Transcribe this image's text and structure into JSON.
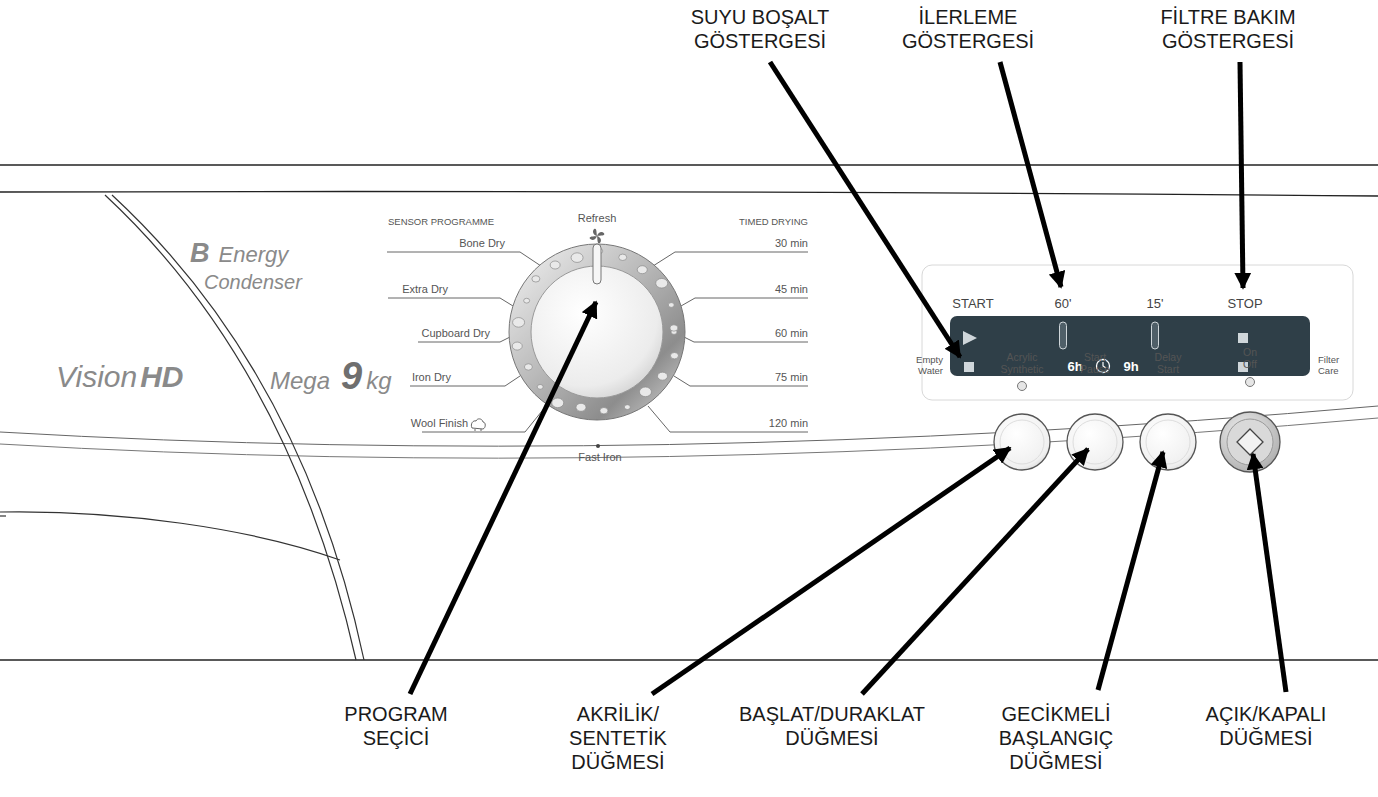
{
  "diagram": {
    "labels": [
      "SUYU BOŞALT GÖSTERGESİ",
      "İLERLEME GÖSTERGESİ",
      "FİLTRE BAKIM GÖSTERGESİ",
      "SENSOR PROGRAMME",
      "Refresh",
      "TIMED DRYING",
      "Bone Dry",
      "30 min",
      "B",
      "Energy",
      "Condenser",
      "Extra Dry",
      "45 min",
      "START",
      "60'",
      "15'",
      "STOP",
      "Empty Water",
      "6h",
      "9h",
      "Filter Care",
      "Cupboard Dry",
      "60 min",
      "Iron Dry",
      "75 min",
      "Vision",
      "HD",
      "Mega",
      "9",
      "kg",
      "Wool Finish",
      "120 min",
      "Fast Iron",
      "Acrylic Synthetic",
      "Start Pause",
      "Delay Start",
      "On Off",
      "PROGRAM SEÇİCİ",
      "AKRİLİK/ SENTETİK DÜĞMESİ",
      "BAŞLAT/DURAKLAT DÜĞMESİ",
      "GECİKMELİ BAŞLANGIÇ DÜĞMESİ",
      "AÇIK/KAPALI DÜĞMESİ"
    ]
  }
}
